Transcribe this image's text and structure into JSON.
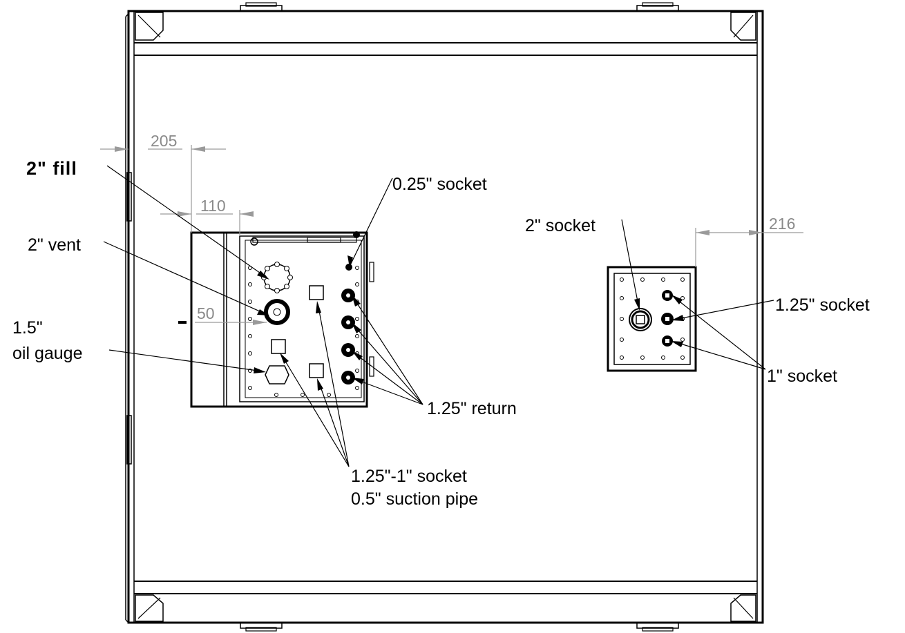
{
  "labels": {
    "fill": "2\" fill",
    "socket_025": "0.25\" socket",
    "vent": "2\" vent",
    "gauge_size": "1.5\"",
    "gauge_name": "oil gauge",
    "return": "1.25\" return",
    "socket_125_1": "1.25\"-1\" socket",
    "suction": "0.5\" suction pipe",
    "socket_2": "2\" socket",
    "socket_125": "1.25\" socket",
    "socket_1": "1\" socket"
  },
  "dimensions": {
    "d205": "205",
    "d110": "110",
    "d50": "50",
    "d216": "216"
  }
}
